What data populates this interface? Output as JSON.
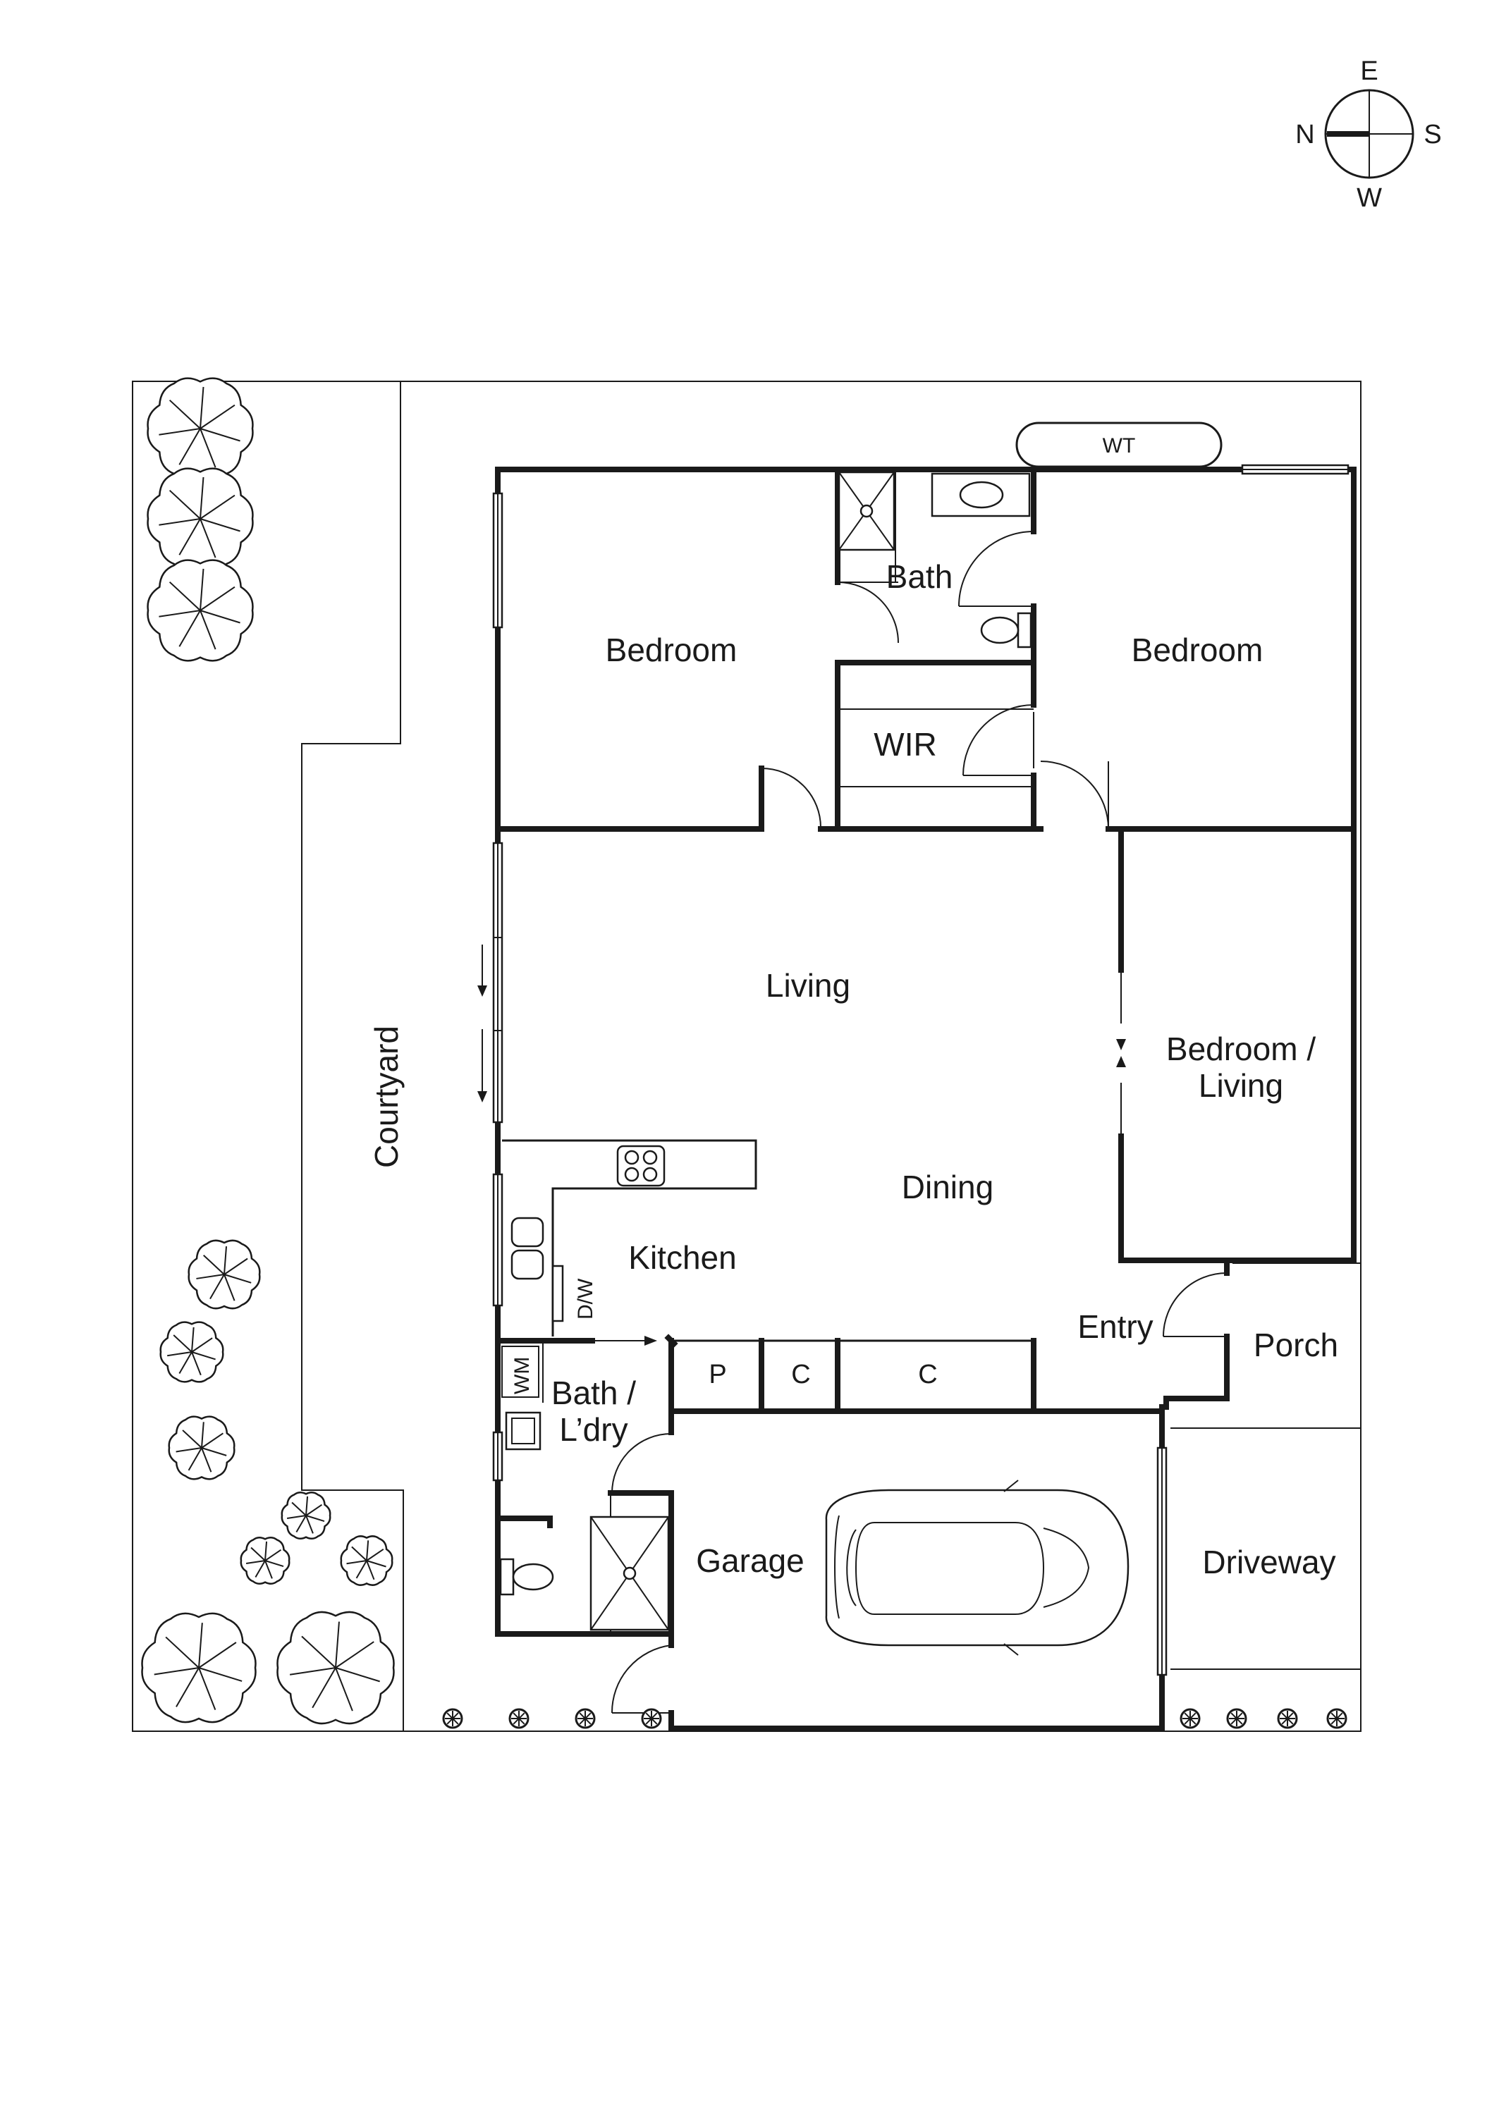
{
  "compass": {
    "east": "E",
    "west": "W",
    "north": "N",
    "south": "S"
  },
  "rooms": {
    "bedroom_1": "Bedroom",
    "bathroom": "Bath",
    "bedroom_2": "Bedroom",
    "walk_in_robe": "WIR",
    "living": "Living",
    "bedroom_living_line1": "Bedroom /",
    "bedroom_living_line2": "Living",
    "dining": "Dining",
    "kitchen": "Kitchen",
    "dishwasher": "D/W",
    "entry": "Entry",
    "porch": "Porch",
    "washing_machine": "WM",
    "bath_laundry_line1": "Bath /",
    "bath_laundry_line2": "L’dry",
    "pantry": "P",
    "cupboard_1": "C",
    "cupboard_2": "C",
    "garage": "Garage",
    "driveway": "Driveway",
    "courtyard": "Courtyard",
    "water_tank": "WT"
  }
}
